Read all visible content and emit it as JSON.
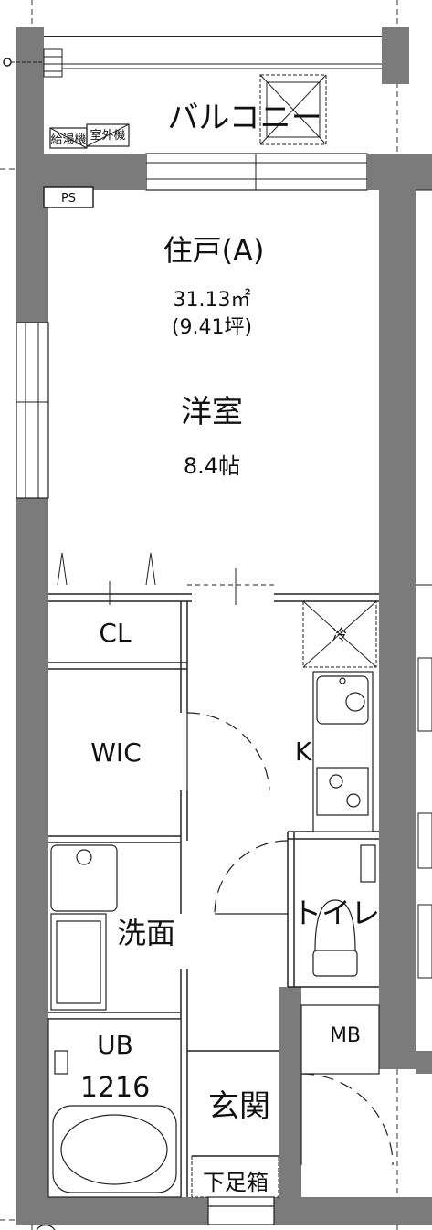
{
  "unit": {
    "name": "住戸(A)",
    "area_sqm": "31.13㎡",
    "area_tsubo": "(9.41坪)"
  },
  "rooms": {
    "balcony": "バルコニー",
    "western_room": "洋室",
    "western_room_size": "8.4帖",
    "closet": "CL",
    "walk_in_closet": "WIC",
    "kitchen": "K",
    "toilet": "トイレ",
    "washroom": "洗面",
    "unit_bath": "UB",
    "unit_bath_size": "1216",
    "entrance": "玄関",
    "shoe_box": "下足箱",
    "meter_box": "MB",
    "pipe_space": "PS",
    "refrigerator": "冷"
  },
  "equipment": {
    "water_heater": "給湯機",
    "ac_outdoor_unit": "室外機"
  },
  "colors": {
    "wall": "#7b7b7b",
    "line": "#222222",
    "background": "#ffffff"
  }
}
